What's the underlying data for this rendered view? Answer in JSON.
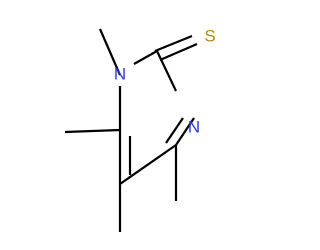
{
  "molecule": {
    "atoms": {
      "n1": {
        "symbol": "N",
        "color": "#2f3ad6"
      },
      "n3": {
        "symbol": "N",
        "color": "#2f3ad6"
      },
      "s": {
        "symbol": "S",
        "color": "#b8860b"
      }
    }
  }
}
